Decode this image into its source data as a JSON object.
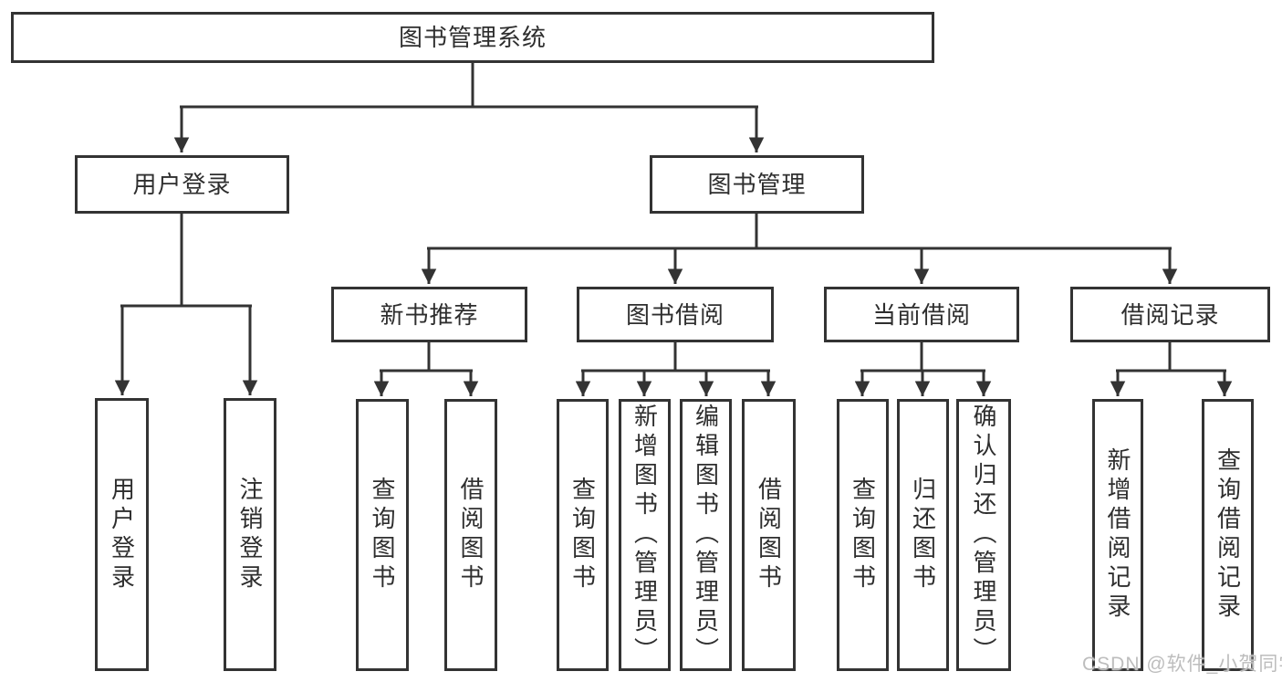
{
  "colors": {
    "line": "#333333",
    "text": "#2e2e2e",
    "background": "#ffffff",
    "watermark": "#bdbdbd"
  },
  "watermark": {
    "text": "CSDN @软件_小贺同学"
  },
  "tree": {
    "root": "图书管理系统",
    "children": [
      {
        "label": "用户登录",
        "children": [
          {
            "label": "用户登录"
          },
          {
            "label": "注销登录"
          }
        ]
      },
      {
        "label": "图书管理",
        "children": [
          {
            "label": "新书推荐",
            "children": [
              {
                "label": "查询图书"
              },
              {
                "label": "借阅图书"
              }
            ]
          },
          {
            "label": "图书借阅",
            "children": [
              {
                "label": "查询图书"
              },
              {
                "label": "新增图书（管理员）"
              },
              {
                "label": "编辑图书（管理员）"
              },
              {
                "label": "借阅图书"
              }
            ]
          },
          {
            "label": "当前借阅",
            "children": [
              {
                "label": "查询图书"
              },
              {
                "label": "归还图书"
              },
              {
                "label": "确认归还（管理员）"
              }
            ]
          },
          {
            "label": "借阅记录",
            "children": [
              {
                "label": "新增借阅记录"
              },
              {
                "label": "查询借阅记录"
              }
            ]
          }
        ]
      }
    ]
  }
}
